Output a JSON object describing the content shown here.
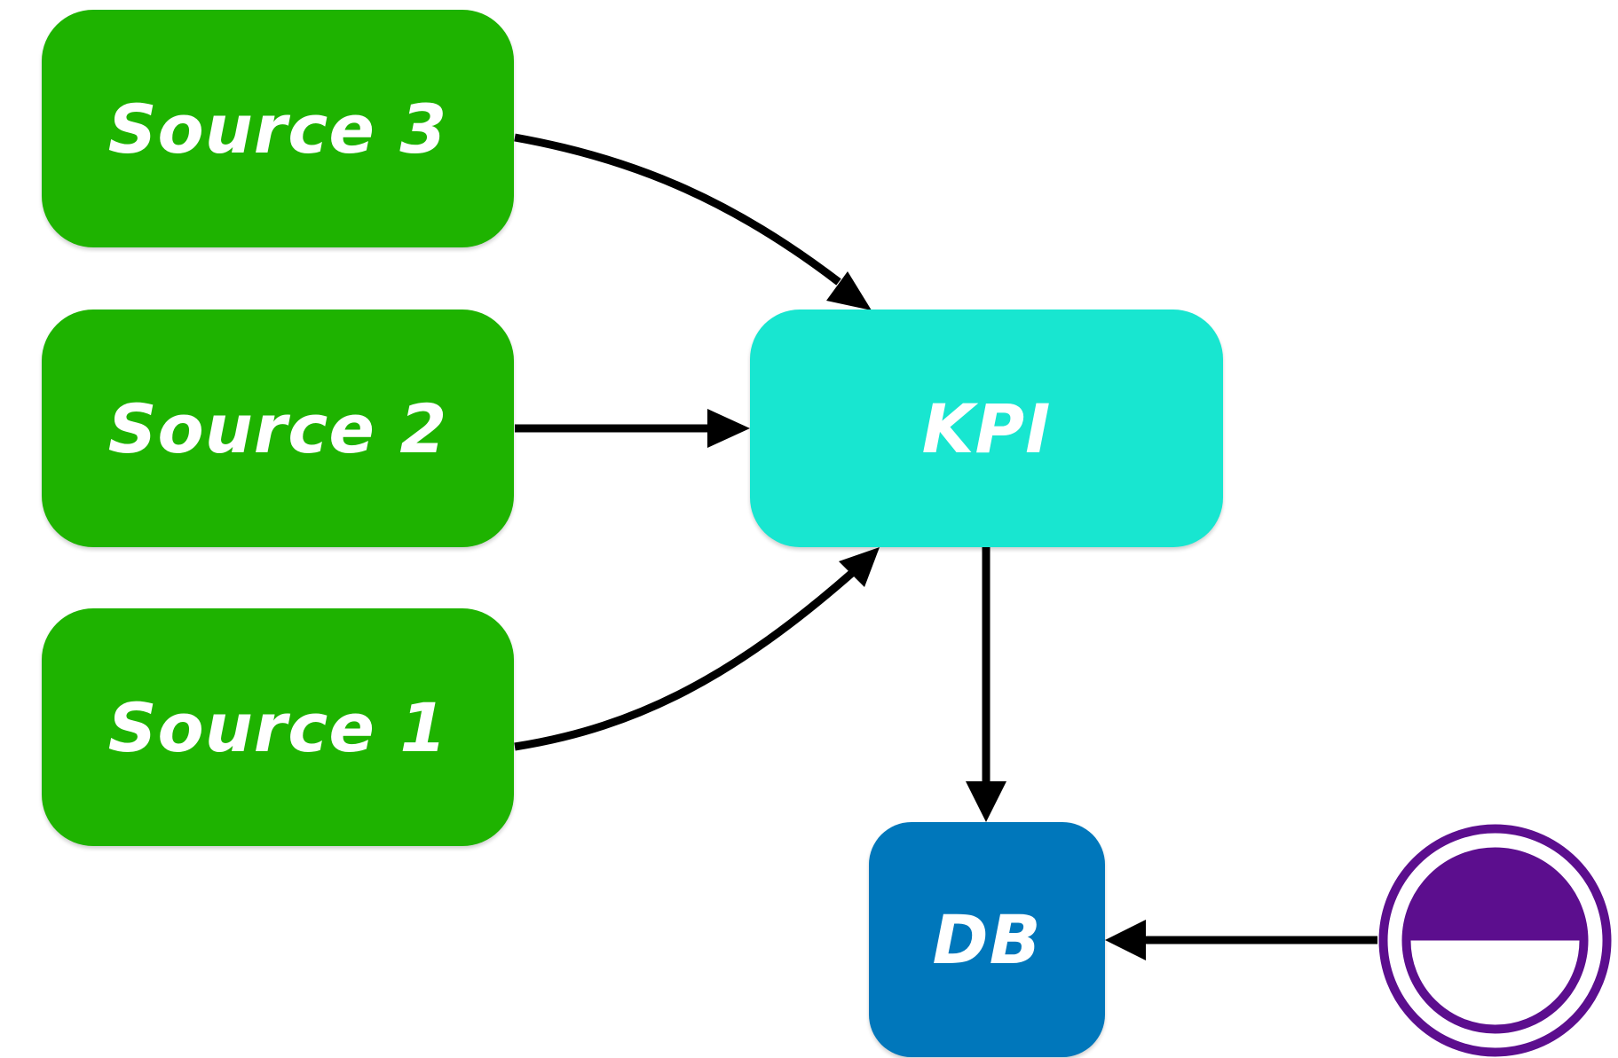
{
  "colors": {
    "source": "#1eb300",
    "kpi": "#18e6d0",
    "db": "#0077bb",
    "stop_node": "#5c0e8e",
    "arrow": "#000000",
    "label": "#ffffff"
  },
  "nodes": {
    "source_3": {
      "label": "Source 3"
    },
    "source_2": {
      "label": "Source 2"
    },
    "source_1": {
      "label": "Source 1"
    },
    "kpi": {
      "label": "KPI"
    },
    "db": {
      "label": "DB"
    },
    "external": {
      "icon": "half-filled-circle-stop-icon"
    }
  },
  "edges": [
    {
      "from": "Source 3",
      "to": "KPI"
    },
    {
      "from": "Source 2",
      "to": "KPI"
    },
    {
      "from": "Source 1",
      "to": "KPI"
    },
    {
      "from": "KPI",
      "to": "DB"
    },
    {
      "from": "external",
      "to": "DB"
    }
  ]
}
